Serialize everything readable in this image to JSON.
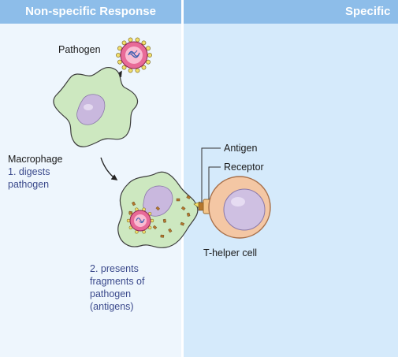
{
  "panels": {
    "left_title": "Non-specific Response",
    "right_title": "Specific"
  },
  "labels": {
    "pathogen": "Pathogen",
    "macrophage": "Macrophage",
    "step1_line1": "1. digests",
    "step1_line2": "pathogen",
    "antigen": "Antigen",
    "receptor": "Receptor",
    "t_helper": "T-helper cell",
    "step2_line1": "2. presents",
    "step2_line2": "fragments of",
    "step2_line3": "pathogen",
    "step2_line4": "(antigens)"
  },
  "colors": {
    "header": "#8dbde9",
    "left_bg": "#eef6fd",
    "right_bg": "#d5eafb",
    "macrophage_fill": "#cde8c0",
    "macrophage_stroke": "#3d3d3d",
    "nucleus_fill": "#c9b8de",
    "pathogen_fill": "#e86a98",
    "antigen_fill": "#f2de6a",
    "fragment_fill": "#b5772e",
    "receptor_fill": "#f4c58a",
    "tcell_fill": "#f4c7a4",
    "tcell_nucleus": "#cfc0e2",
    "step_text": "#3b4a8c"
  }
}
